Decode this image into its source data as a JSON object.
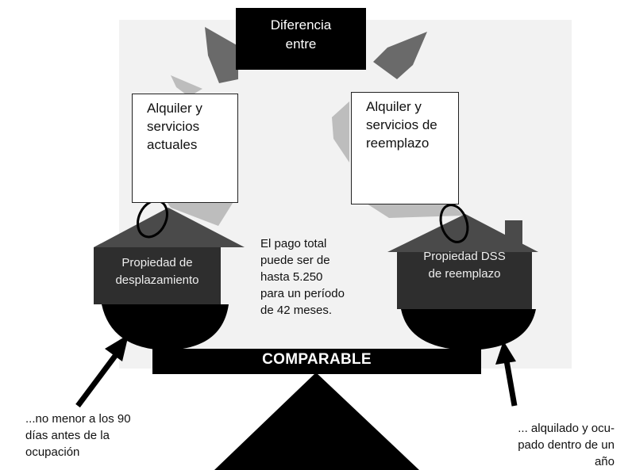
{
  "title": {
    "line1": "Diferencia",
    "line2": "entre"
  },
  "left_box": {
    "line1": "Alquiler  y",
    "line2": "servicios",
    "line3": "actuales"
  },
  "right_box": {
    "line1": "Alquiler y",
    "line2": "servicios de",
    "line3": "reemplazo"
  },
  "left_house": {
    "line1": "Propiedad de",
    "line2": "desplazamiento"
  },
  "right_house": {
    "line1": "Propiedad DSS",
    "line2": "de reemplazo"
  },
  "center_note": {
    "line1": "El pago total",
    "line2": "puede ser de",
    "line3": "hasta  5.250",
    "line4": "para un período",
    "line5": "de 42 meses."
  },
  "beam_label": "COMPARABLE",
  "left_note": {
    "line1": "...no menor a los 90",
    "line2": "días  antes  de  la",
    "line3": "ocupación"
  },
  "right_note": {
    "line1": "... alquilado y ocu-",
    "line2": "pado  dentro de un",
    "line3": "año"
  },
  "colors": {
    "dark_house": "#2e2e2e",
    "roof": "#4a4a4a",
    "arrow_gray": "#bdbdbd",
    "top_arrow": "#6a6a6a",
    "black": "#000000"
  }
}
